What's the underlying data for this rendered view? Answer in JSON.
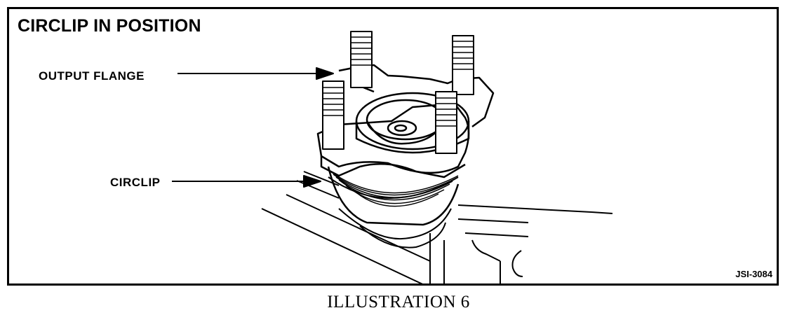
{
  "panel": {
    "title": "CIRCLIP IN POSITION",
    "labels": {
      "output_flange": "OUTPUT FLANGE",
      "circlip": "CIRCLIP"
    },
    "figure_code": "JSI-3084"
  },
  "caption": "ILLUSTRATION 6"
}
